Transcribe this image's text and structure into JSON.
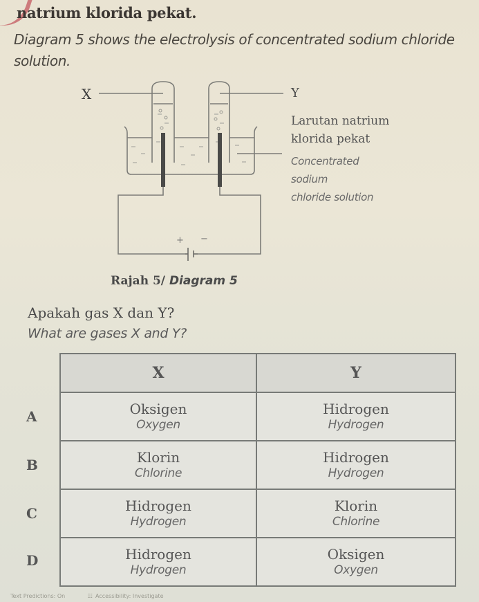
{
  "header": {
    "continued_line": "natrium klorida pekat.",
    "intro_en": "Diagram 5 shows the electrolysis of concentrated sodium chloride solution."
  },
  "diagram": {
    "label_x": "X",
    "label_y": "Y",
    "solution_label_ms_1": "Larutan natrium",
    "solution_label_ms_2": "klorida pekat",
    "solution_label_en_1": "Concentrated",
    "solution_label_en_2": "sodium",
    "solution_label_en_3": "chloride solution",
    "battery_plus": "+",
    "battery_minus": "−",
    "caption_ms": "Rajah 5/",
    "caption_en": "Diagram 5"
  },
  "question": {
    "text_ms": "Apakah gas X dan Y?",
    "text_en": "What are gases X and Y?"
  },
  "table": {
    "headers": [
      "X",
      "Y"
    ],
    "rows": [
      {
        "option": "A",
        "x_ms": "Oksigen",
        "x_en": "Oxygen",
        "y_ms": "Hidrogen",
        "y_en": "Hydrogen"
      },
      {
        "option": "B",
        "x_ms": "Klorin",
        "x_en": "Chlorine",
        "y_ms": "Hidrogen",
        "y_en": "Hydrogen"
      },
      {
        "option": "C",
        "x_ms": "Hidrogen",
        "x_en": "Hydrogen",
        "y_ms": "Klorin",
        "y_en": "Chlorine"
      },
      {
        "option": "D",
        "x_ms": "Hidrogen",
        "x_en": "Hydrogen",
        "y_ms": "Oksigen",
        "y_en": "Oxygen"
      }
    ]
  },
  "footer": {
    "text_predictions": "Text Predictions: On",
    "accessibility": "Accessibility: Investigate"
  }
}
